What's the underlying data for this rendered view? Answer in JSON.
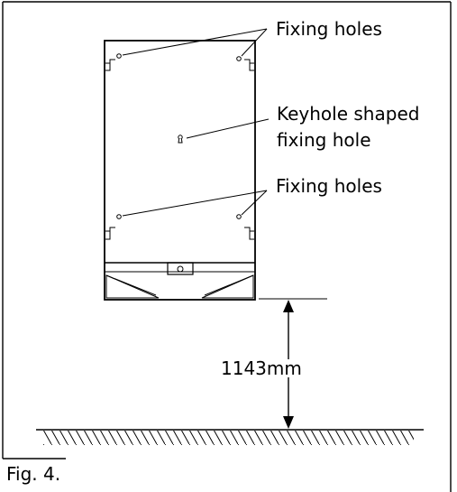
{
  "labels": {
    "fixing_holes_top": "Fixing holes",
    "keyhole_line1": "Keyhole shaped",
    "keyhole_line2": "fixing hole",
    "fixing_holes_bottom": "Fixing holes",
    "dimension": "1143mm"
  },
  "caption": "Fig. 4."
}
